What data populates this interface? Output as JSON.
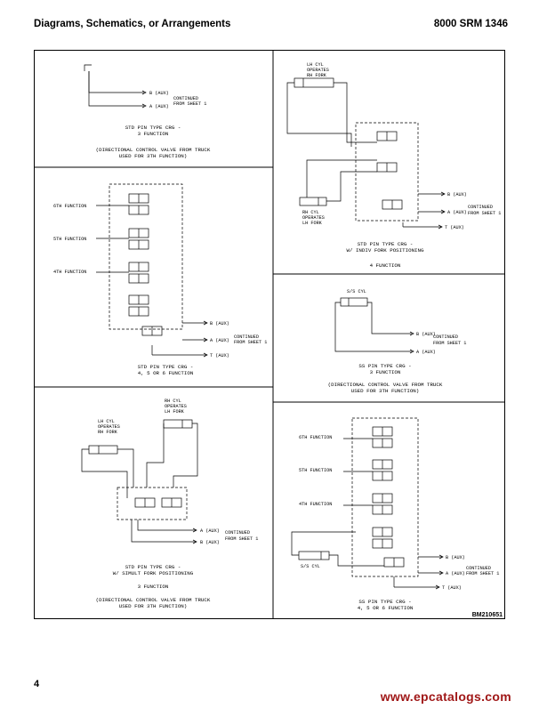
{
  "header": {
    "title": "Diagrams, Schematics, or Arrangements",
    "doc_id": "8000 SRM 1346"
  },
  "footer": {
    "page_number": "4",
    "website": "www.epcatalogs.com"
  },
  "figure_ref": "BM210651",
  "labels": {
    "b_aux": "B (AUX)",
    "a_aux": "A (AUX)",
    "t_aux": "T (AUX)",
    "continued": "CONTINUED",
    "from_sheet": "FROM SHEET 1",
    "fn6": "6TH FUNCTION",
    "fn5": "5TH FUNCTION",
    "fn4": "4TH FUNCTION",
    "lh_cyl": "LH CYL",
    "rh_cyl": "RH CYL",
    "operates": "OPERATES",
    "rh_fork": "RH FORK",
    "lh_fork": "LH FORK",
    "ss_cyl": "S/S CYL"
  },
  "panels": {
    "p1": {
      "title": "STD PIN TYPE CRG -",
      "sub": "3 FUNCTION",
      "note1": "(DIRECTIONAL CONTROL VALVE FROM TRUCK",
      "note2": "USED FOR 3TH FUNCTION)"
    },
    "p2": {
      "title": "STD PIN TYPE CRG -",
      "sub": "W/ INDIV FORK POSITIONING",
      "sub2": "4 FUNCTION"
    },
    "p3": {
      "title": "STD PIN TYPE CRG -",
      "sub": "4, 5 OR 6 FUNCTION"
    },
    "p4": {
      "title": "SS PIN TYPE CRG -",
      "sub": "3 FUNCTION",
      "note1": "(DIRECTIONAL CONTROL VALVE FROM TRUCK",
      "note2": "USED FOR 3TH FUNCTION)"
    },
    "p5": {
      "title": "STD PIN TYPE CRG -",
      "sub": "W/ SIMULT FORK POSITIONING",
      "sub2": "3 FUNCTION",
      "note1": "(DIRECTIONAL CONTROL VALVE FROM TRUCK",
      "note2": "USED FOR 3TH FUNCTION)"
    },
    "p6": {
      "title": "SS PIN TYPE CRG -",
      "sub": "4, 5 OR 6 FUNCTION"
    }
  }
}
